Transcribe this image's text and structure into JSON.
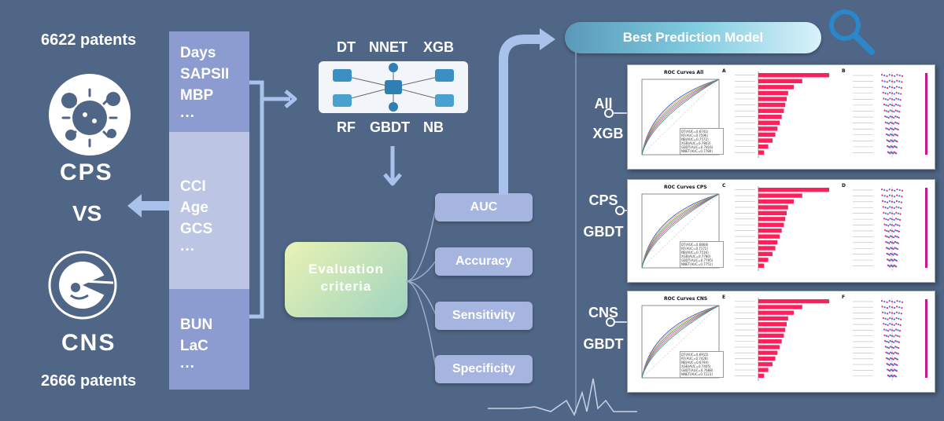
{
  "left": {
    "top_count": "6622 patents",
    "cps_label": "CPS",
    "vs_label": "VS",
    "cns_label": "CNS",
    "bottom_count": "2666 patents"
  },
  "variables": {
    "group1": [
      "Days",
      "SAPSII",
      "MBP",
      "···"
    ],
    "group2": [
      "CCI",
      "Age",
      "GCS",
      "···"
    ],
    "group3": [
      "BUN",
      "LaC",
      "···"
    ]
  },
  "algorithms": {
    "top": [
      "DT",
      "NNET",
      "XGB"
    ],
    "bottom": [
      "RF",
      "GBDT",
      "NB"
    ]
  },
  "evaluation": {
    "title_lines": [
      "Evaluation",
      "criteria"
    ],
    "criteria": [
      "AUC",
      "Accuracy",
      "Sensitivity",
      "Specificity"
    ]
  },
  "best_model": {
    "title": "Best Prediction Model",
    "rows": [
      {
        "group": "All",
        "model": "XGB",
        "roc_title": "ROC Curves All",
        "panel_letters": [
          "A",
          "B"
        ],
        "legend": [
          "DT(AUC=0.6741)",
          "RF(AUC=0.7596)",
          "NB(AUC=0.7572)",
          "XGB(AUC=0.7803)",
          "GBDT(AUC=0.7816)",
          "NNET(AUC=0.7780)"
        ]
      },
      {
        "group": "CPS",
        "model": "GBDT",
        "roc_title": "ROC Curves CPS",
        "panel_letters": [
          "C",
          "D"
        ],
        "legend": [
          "DT(AUC=0.6868)",
          "RF(AUC=0.7172)",
          "NB(AUC=0.7516)",
          "XGB(AUC=0.7780)",
          "GBDT(AUC=0.7795)",
          "NNET(AUC=0.7751)"
        ]
      },
      {
        "group": "CNS",
        "model": "GBDT",
        "roc_title": "ROC Curves CNS",
        "panel_letters": [
          "E",
          "F"
        ],
        "legend": [
          "DT(AUC=0.6915)",
          "RF(AUC=0.7428)",
          "NB(AUC=0.6794)",
          "XGB(AUC=0.7405)",
          "GBDT(AUC=0.7688)",
          "NNET(AUC=0.7223)"
        ]
      }
    ]
  },
  "colors": {
    "background": "#506686",
    "bar_pink": "#ff1f5b",
    "criteria_box": "#a6b4e0",
    "column_light": "#c5cde6",
    "column_mid": "#aab6dc",
    "column_dark": "#8c9bd0",
    "arrow": "#a9c2ec"
  }
}
